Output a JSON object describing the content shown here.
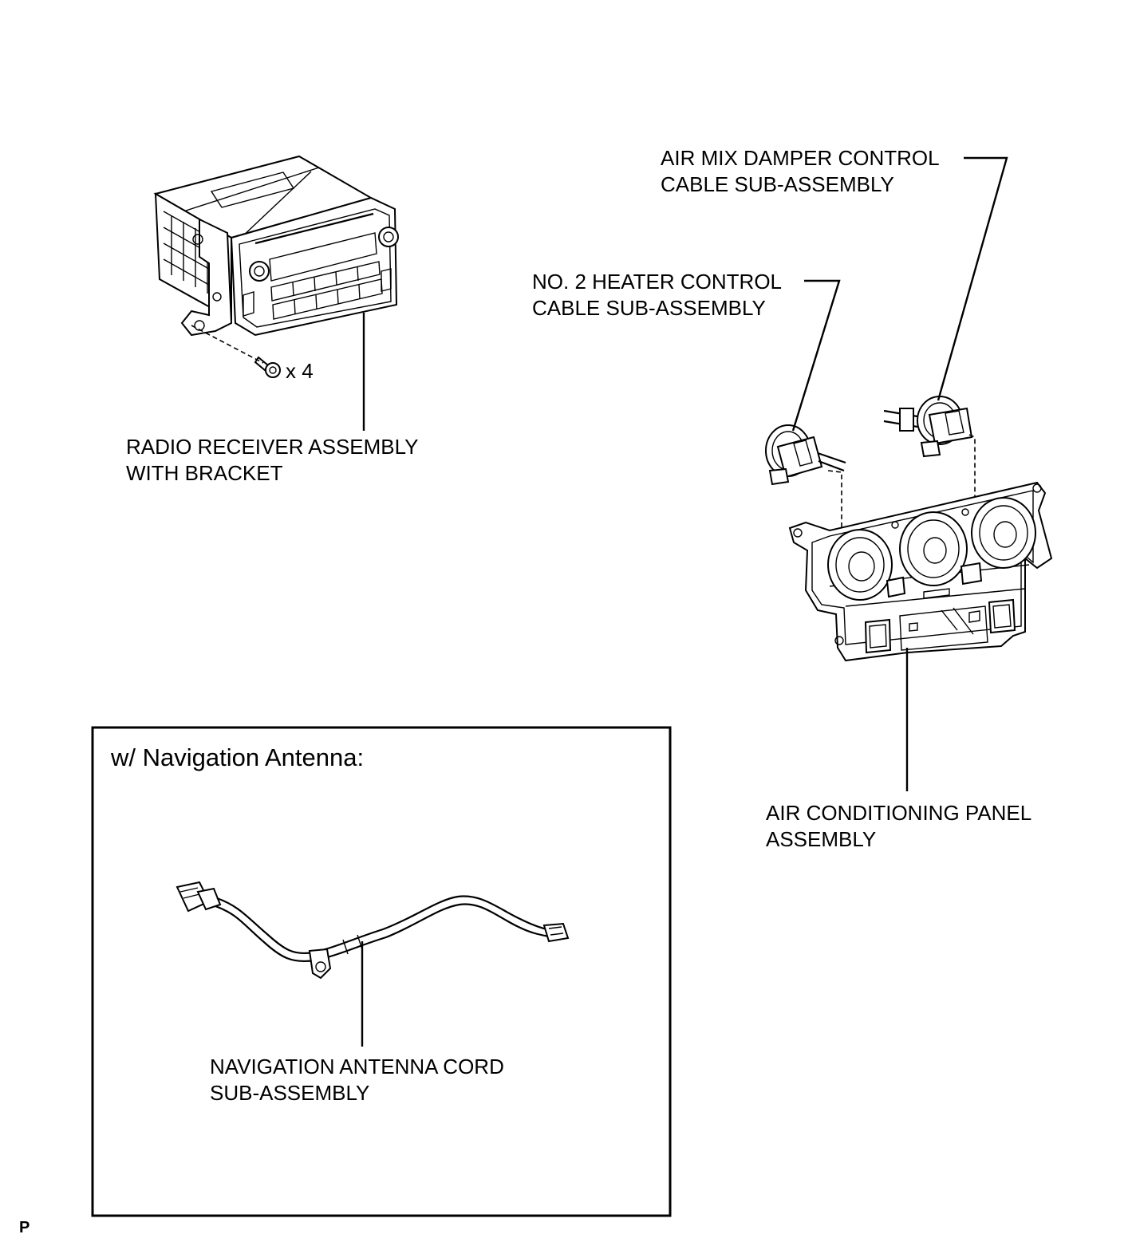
{
  "labels": {
    "air_mix": [
      "AIR MIX DAMPER CONTROL",
      "CABLE SUB-ASSEMBLY"
    ],
    "heater": [
      "NO. 2 HEATER CONTROL",
      "CABLE SUB-ASSEMBLY"
    ],
    "radio": [
      "RADIO RECEIVER ASSEMBLY",
      "WITH BRACKET"
    ],
    "ac_panel": [
      "AIR CONDITIONING PANEL",
      "ASSEMBLY"
    ],
    "nav_cord": [
      "NAVIGATION ANTENNA CORD",
      "SUB-ASSEMBLY"
    ]
  },
  "screw_quantity": "x 4",
  "inset": {
    "title": "w/ Navigation Antenna:"
  },
  "corner_mark": "P",
  "icons": {
    "radio": "radio-receiver-icon",
    "screw": "screw-icon",
    "heater_cable": "control-cable-icon",
    "air_mix_cable": "control-cable-icon",
    "ac_panel": "ac-panel-icon",
    "nav_cord": "antenna-cord-icon"
  }
}
